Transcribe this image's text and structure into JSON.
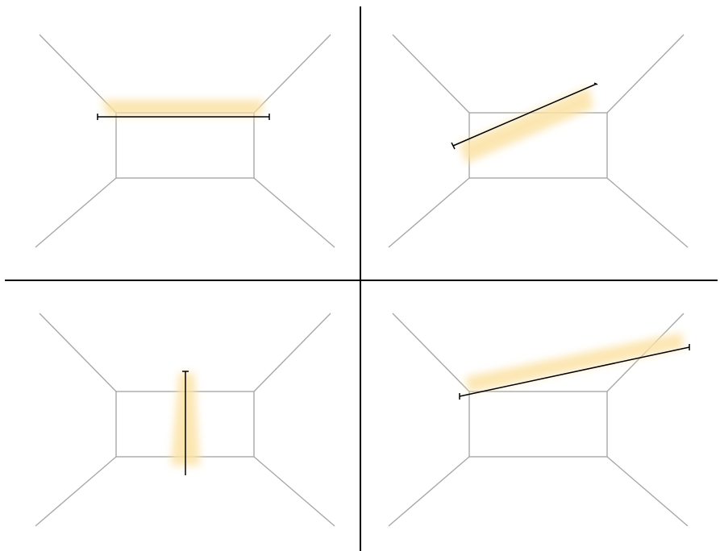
{
  "colors": {
    "background": "#ffffff",
    "room_lines": "#a8a8a8",
    "divider": "#000000",
    "light_fixture": "#000000",
    "glow": "#fbe7b0"
  },
  "panels": [
    {
      "id": "top-left",
      "fixture": "horizontal"
    },
    {
      "id": "top-right",
      "fixture": "diagonal"
    },
    {
      "id": "bottom-left",
      "fixture": "vertical"
    },
    {
      "id": "bottom-right",
      "fixture": "diagonal-wide"
    }
  ]
}
